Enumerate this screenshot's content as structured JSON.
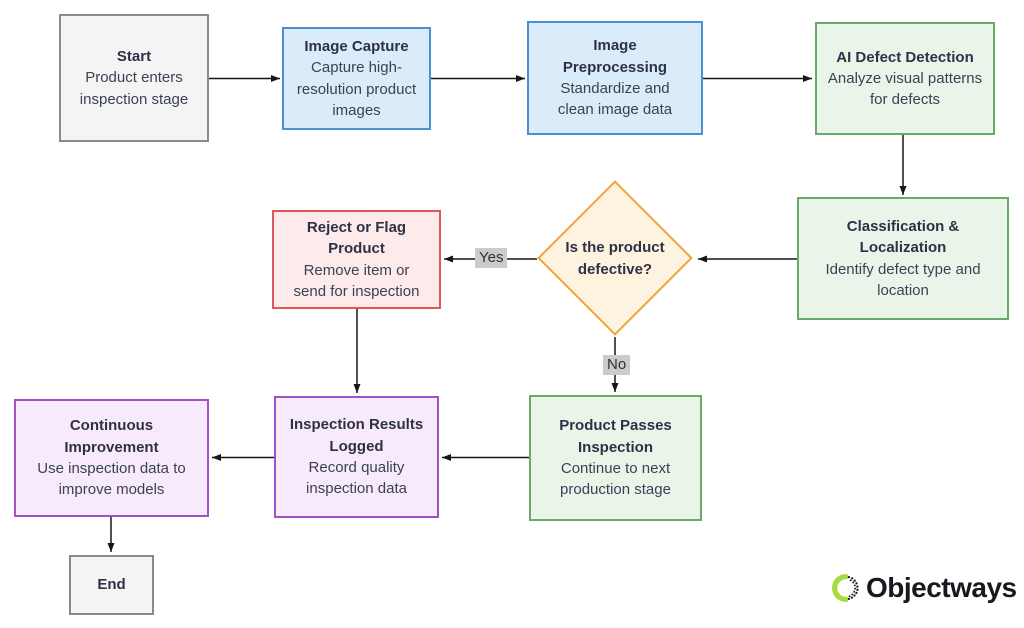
{
  "diagram": {
    "nodes": {
      "start": {
        "title": "Start",
        "desc": "Product enters inspection stage"
      },
      "image_capture": {
        "title": "Image Capture",
        "desc": "Capture high-resolution product images"
      },
      "image_preprocessing": {
        "title": "Image Preprocessing",
        "desc": "Standardize and clean image data"
      },
      "ai_defect_detection": {
        "title": "AI Defect Detection",
        "desc": "Analyze visual patterns for defects"
      },
      "classification_localization": {
        "title": "Classification & Localization",
        "desc": "Identify defect type and location"
      },
      "decision": {
        "title": "Is the product defective?"
      },
      "reject": {
        "title": "Reject or Flag Product",
        "desc": "Remove item or send for inspection"
      },
      "product_passes": {
        "title": "Product Passes Inspection",
        "desc": "Continue to next production stage"
      },
      "inspection_results": {
        "title": "Inspection Results Logged",
        "desc": "Record quality inspection data"
      },
      "continuous_improvement": {
        "title": "Continuous Improvement",
        "desc": "Use inspection data to improve models"
      },
      "end": {
        "title": "End"
      }
    },
    "edge_labels": {
      "yes": "Yes",
      "no": "No"
    },
    "branding": {
      "logo_text": "Objectways"
    },
    "colors": {
      "gray_fill": "#f4f4f4",
      "gray_border": "#8a8a8a",
      "blue_fill": "#daecfa",
      "blue_border": "#4a91d3",
      "green_fill": "#e9f5e9",
      "green_border": "#69aa69",
      "orange_fill": "#fdf3df",
      "orange_border": "#f2a338",
      "red_fill": "#fdeaea",
      "red_border": "#e15656",
      "purple_fill": "#f7eafa",
      "purple_border": "#a34fc9",
      "label_bg": "#cbcbcb",
      "arrow": "#161616",
      "title_text": "#2e3147",
      "body_text": "#3a4254",
      "logo_green": "#a6dc3e",
      "logo_dark": "#17191e"
    }
  }
}
